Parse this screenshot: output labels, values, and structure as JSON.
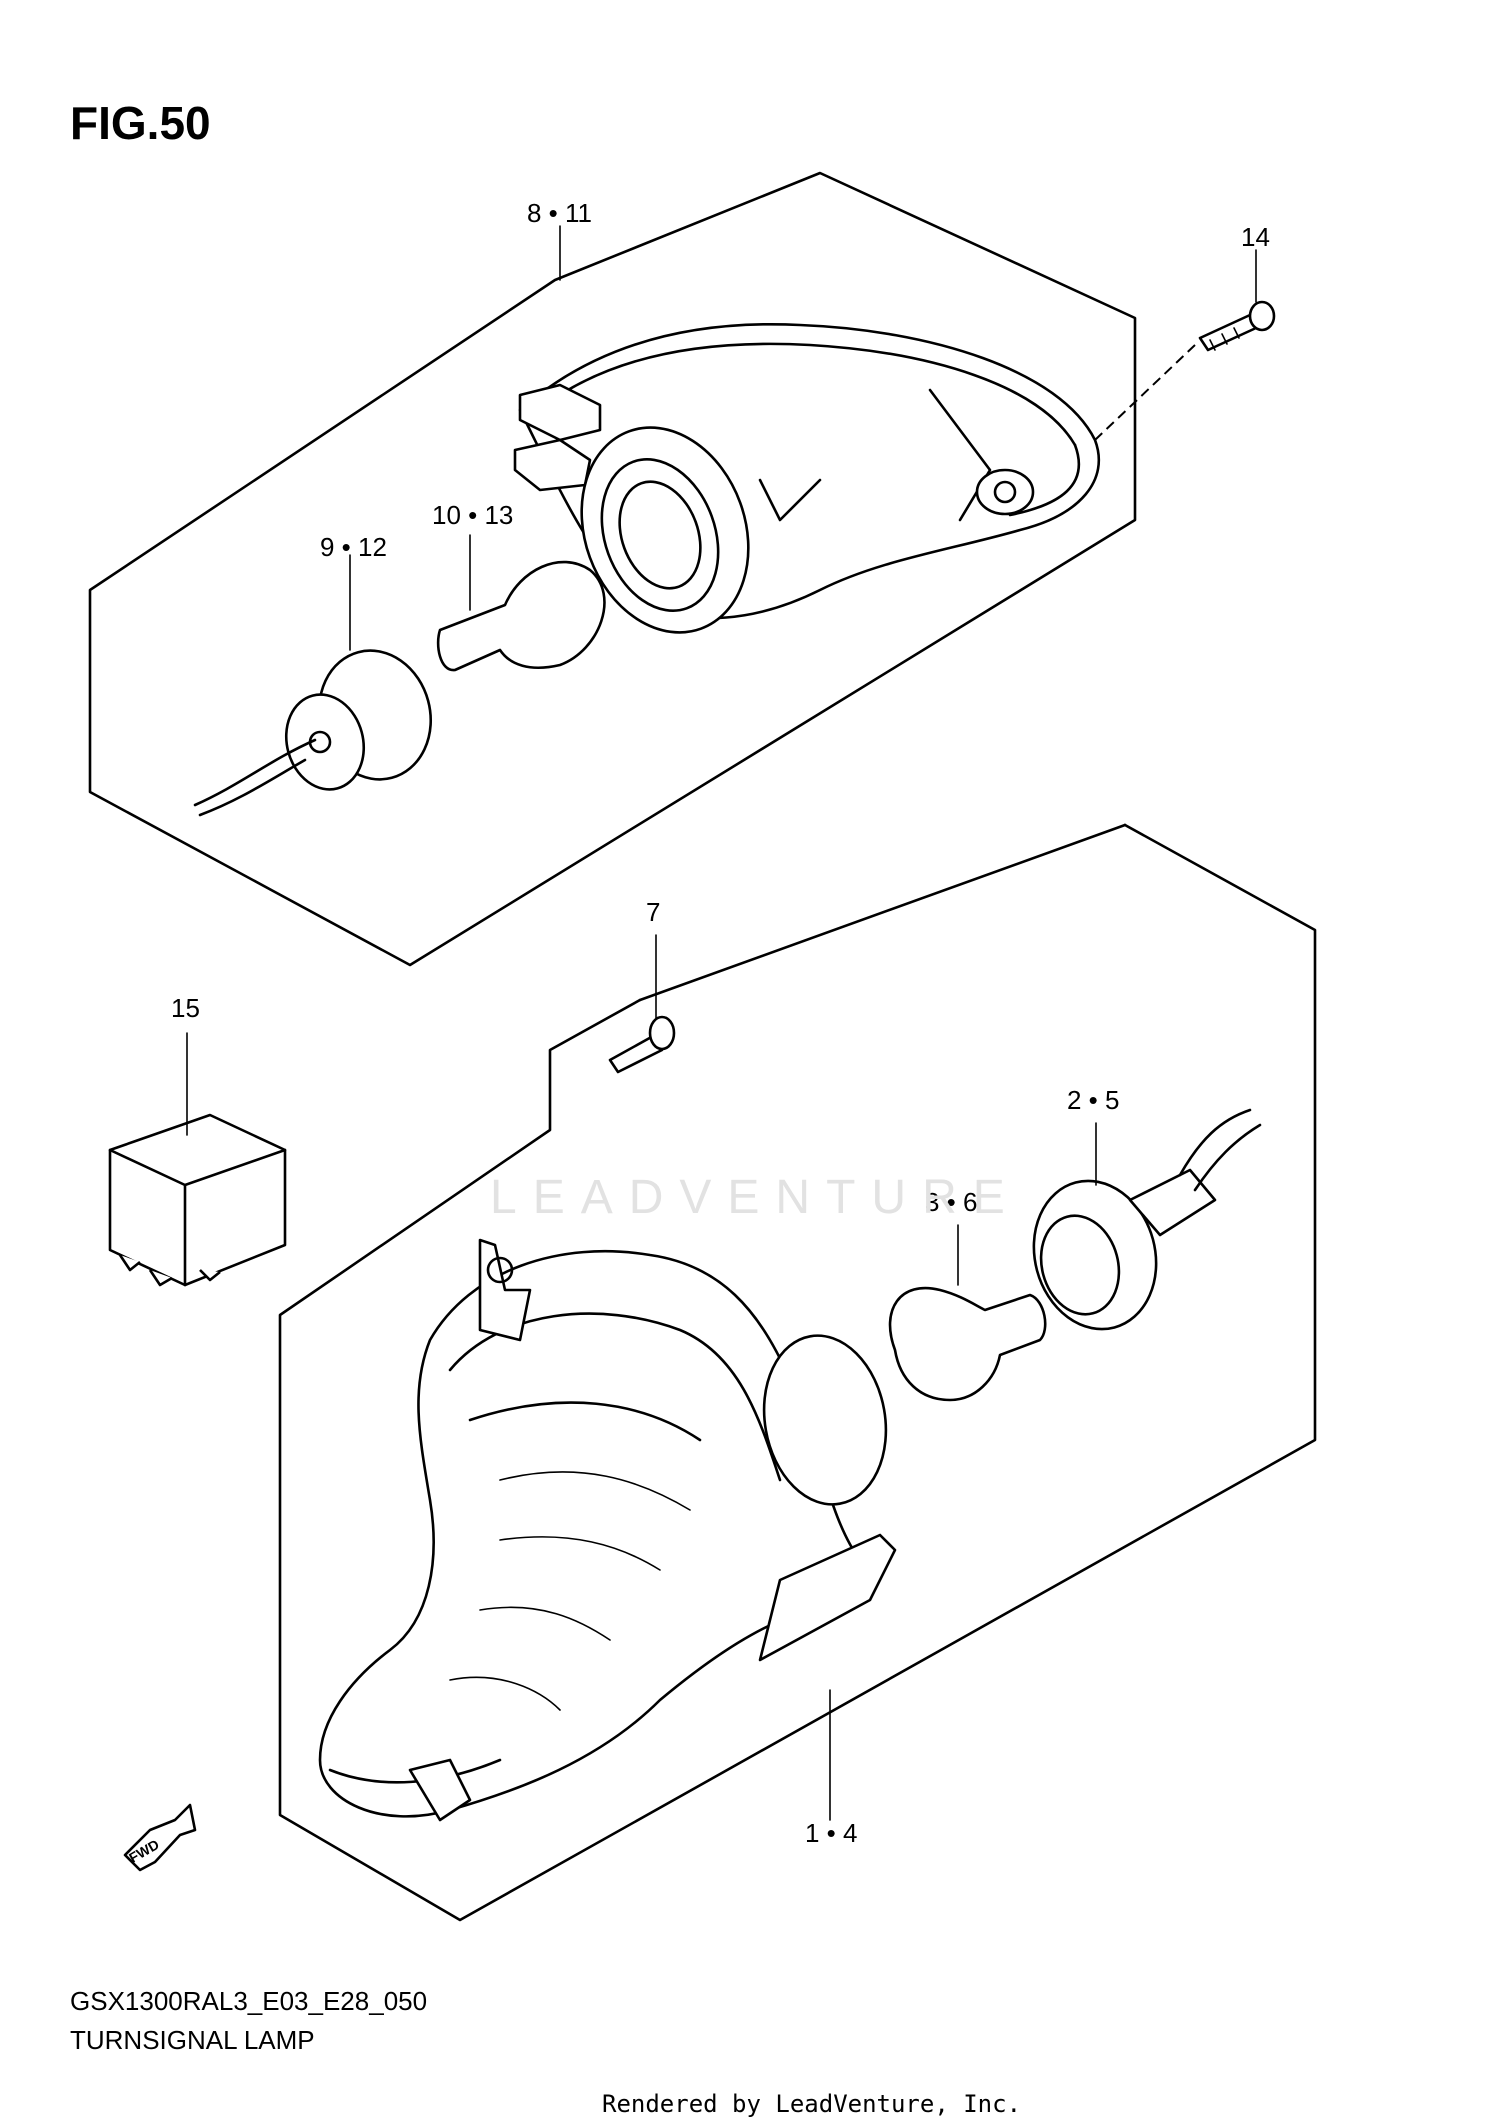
{
  "figure": {
    "title": "FIG.50",
    "model_code": "GSX1300RAL3_E03_E28_050",
    "name": "TURNSIGNAL LAMP"
  },
  "callouts": {
    "c_8_11": "8 • 11",
    "c_14": "14",
    "c_10_13": "10 • 13",
    "c_9_12": "9 • 12",
    "c_7": "7",
    "c_15": "15",
    "c_2_5": "2 • 5",
    "c_3_6": "3 • 6",
    "c_1_4": "1 • 4"
  },
  "direction_arrow": "FWD",
  "watermark": "LEADVENTURE",
  "footer": "Rendered by LeadVenture, Inc."
}
